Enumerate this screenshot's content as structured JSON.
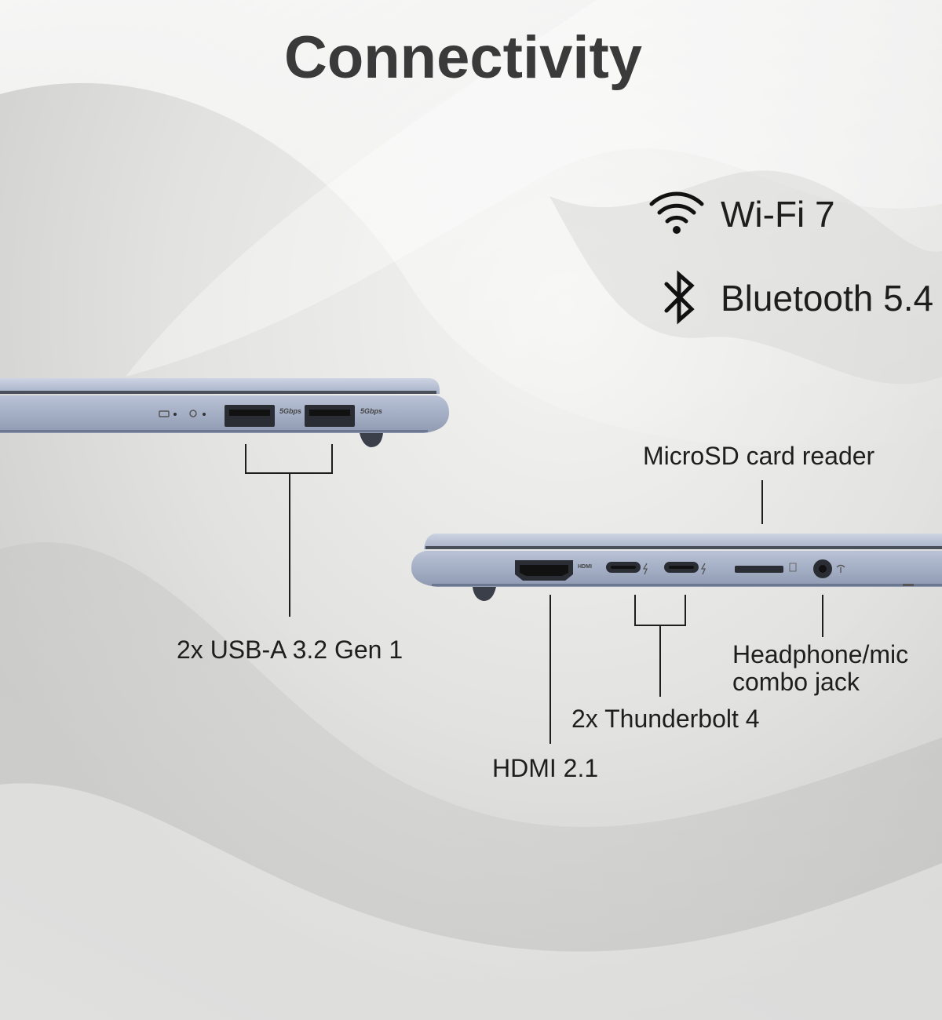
{
  "title": "Connectivity",
  "wireless": {
    "wifi": {
      "label": "Wi-Fi 7",
      "icon": "wifi-icon"
    },
    "bluetooth": {
      "label": "Bluetooth 5.4",
      "icon": "bluetooth-icon"
    }
  },
  "left_side": {
    "usb_a": {
      "label": "2x USB-A 3.2 Gen 1",
      "port_badge": "5Gbps"
    }
  },
  "right_side": {
    "microsd": {
      "label": "MicroSD card reader"
    },
    "hdmi": {
      "label": "HDMI 2.1",
      "port_text": "HDMI"
    },
    "thunderbolt": {
      "label": "2x Thunderbolt 4"
    },
    "audio": {
      "line1": "Headphone/mic",
      "line2": "combo jack"
    }
  },
  "colors": {
    "title": "#3a3a3a",
    "text": "#1e1e1e",
    "chassis": "#9ea9c0"
  }
}
